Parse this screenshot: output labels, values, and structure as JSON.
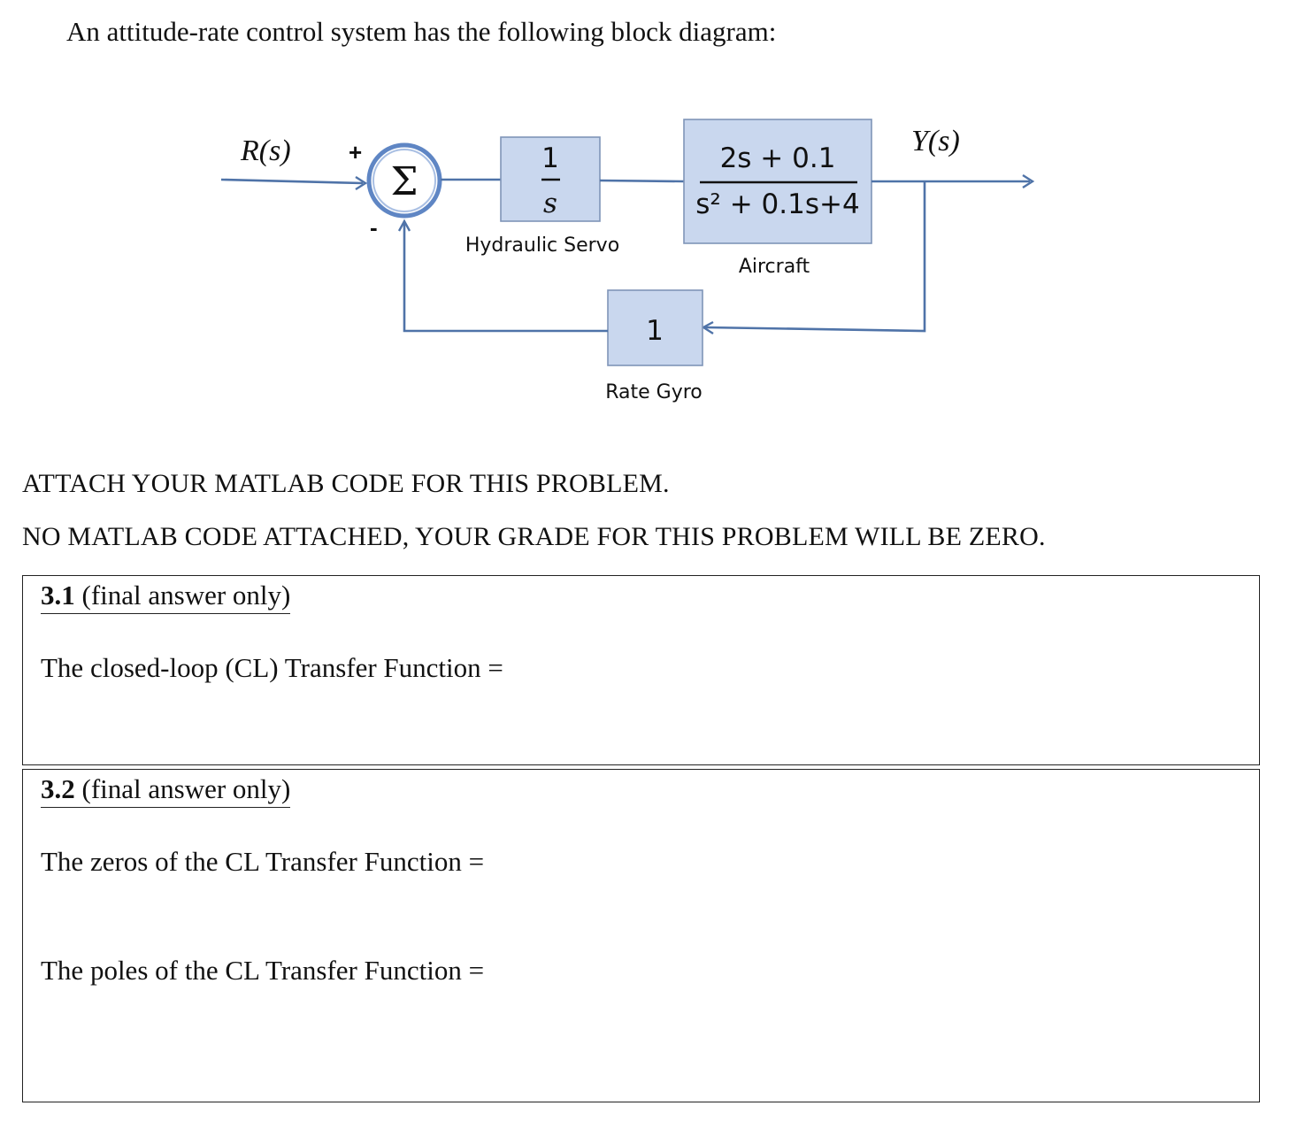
{
  "intro": "An attitude-rate control system has the following block diagram:",
  "diagram": {
    "input_label": "R(s)",
    "output_label": "Y(s)",
    "plus_sign": "+",
    "minus_sign": "-",
    "summer_symbol": "Σ",
    "servo": {
      "numerator": "1",
      "denominator": "s",
      "caption": "Hydraulic Servo"
    },
    "aircraft": {
      "numerator": "2s + 0.1",
      "denominator": "s² + 0.1s+4",
      "caption": "Aircraft"
    },
    "gyro": {
      "value": "1",
      "caption": "Rate Gyro"
    },
    "colors": {
      "block_fill": "#c9d7ee",
      "block_border": "#7f94b8",
      "wire": "#4f73a8"
    }
  },
  "notice": {
    "line1": "ATTACH YOUR MATLAB CODE FOR THIS PROBLEM.",
    "line2": "NO MATLAB CODE ATTACHED, YOUR GRADE FOR THIS PROBLEM WILL BE ZERO."
  },
  "q31": {
    "number": "3.1",
    "note": "(final answer only)",
    "prompt": "The closed-loop (CL) Transfer Function ="
  },
  "q32": {
    "number": "3.2",
    "note": "(final answer only)",
    "prompt_zeros": "The zeros of the CL Transfer Function =",
    "prompt_poles": "The poles of the CL Transfer Function ="
  }
}
